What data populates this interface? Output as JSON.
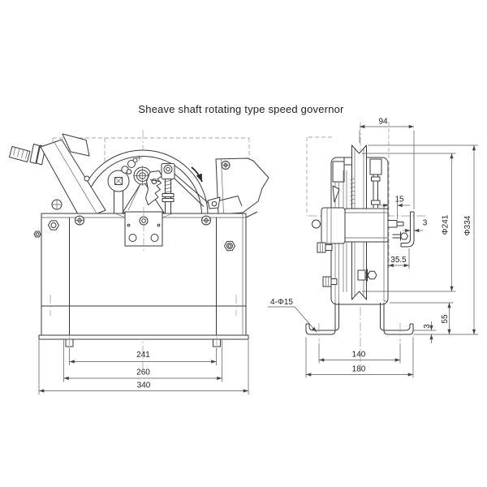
{
  "title": "Sheave shaft rotating type speed governor",
  "front_view": {
    "dimensions": {
      "feet_span": "241",
      "inner_span": "260",
      "base_width": "340"
    }
  },
  "side_view": {
    "dimensions": {
      "top_width": "94",
      "shaft_offset": "15",
      "clamp_thickness": "3",
      "clamp_depth": "35.5",
      "pitch_diameter": "Φ241",
      "outer_diameter": "Φ334",
      "mount_holes": "4-Φ15",
      "flange_thickness": "3",
      "bracket_height": "55",
      "hole_spacing": "140",
      "bracket_width": "180"
    }
  }
}
